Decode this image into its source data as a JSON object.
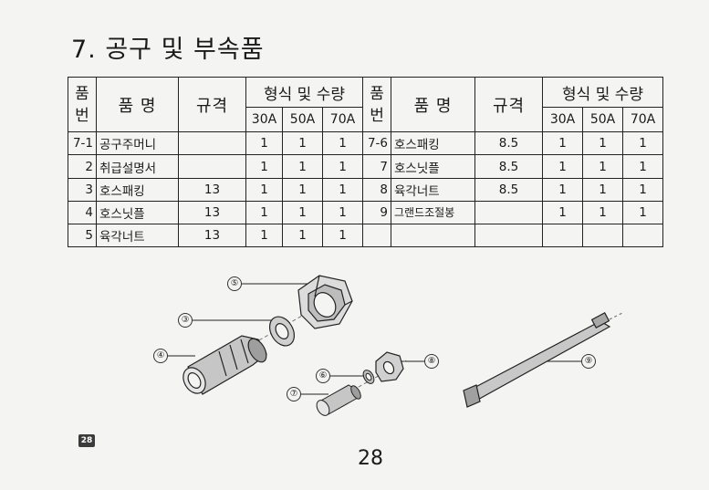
{
  "section_title": "7. 공구 및 부속품",
  "table": {
    "header": {
      "no": [
        "품",
        "번"
      ],
      "name": "품 명",
      "spec": "규격",
      "qty_group": "형식 및 수량",
      "models": [
        "30A",
        "50A",
        "70A"
      ]
    },
    "rows": [
      {
        "left": {
          "no": "7-1",
          "name": "공구주머니",
          "spec": "",
          "q30": "1",
          "q50": "1",
          "q70": "1"
        },
        "right": {
          "no": "7-6",
          "name": "호스패킹",
          "spec": "8.5",
          "q30": "1",
          "q50": "1",
          "q70": "1"
        }
      },
      {
        "left": {
          "no": "2",
          "name": "취급설명서",
          "spec": "",
          "q30": "1",
          "q50": "1",
          "q70": "1"
        },
        "right": {
          "no": "7",
          "name": "호스닛플",
          "spec": "8.5",
          "q30": "1",
          "q50": "1",
          "q70": "1"
        }
      },
      {
        "left": {
          "no": "3",
          "name": "호스패킹",
          "spec": "13",
          "q30": "1",
          "q50": "1",
          "q70": "1"
        },
        "right": {
          "no": "8",
          "name": "육각너트",
          "spec": "8.5",
          "q30": "1",
          "q50": "1",
          "q70": "1"
        }
      },
      {
        "left": {
          "no": "4",
          "name": "호스닛플",
          "spec": "13",
          "q30": "1",
          "q50": "1",
          "q70": "1"
        },
        "right": {
          "no": "9",
          "name": "그랜드조절봉",
          "spec": "",
          "q30": "1",
          "q50": "1",
          "q70": "1"
        }
      },
      {
        "left": {
          "no": "5",
          "name": "육각너트",
          "spec": "13",
          "q30": "1",
          "q50": "1",
          "q70": "1"
        },
        "right": {
          "no": "",
          "name": "",
          "spec": "",
          "q30": "",
          "q50": "",
          "q70": ""
        }
      }
    ]
  },
  "callouts": {
    "c3": "③",
    "c4": "④",
    "c5": "⑤",
    "c6": "⑥",
    "c7": "⑦",
    "c8": "⑧",
    "c9": "⑨"
  },
  "badge": "28",
  "page_number": "28"
}
